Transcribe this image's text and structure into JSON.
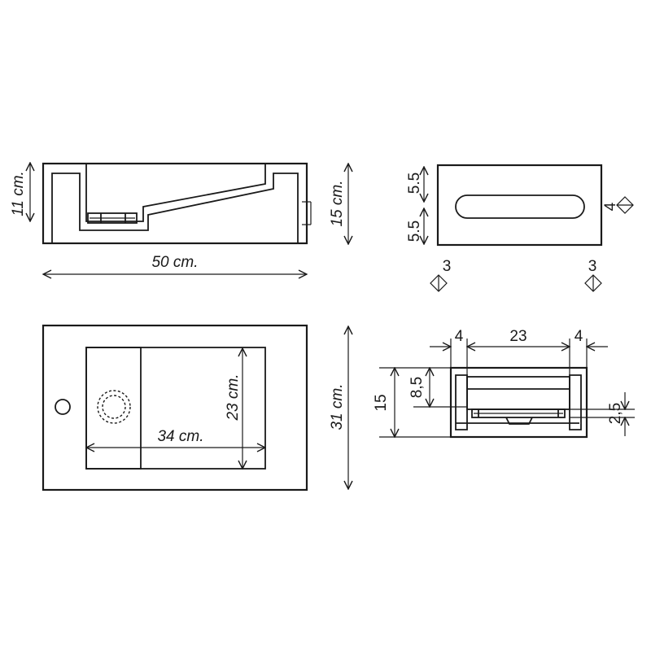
{
  "views": {
    "front_section": {
      "height_left": "11 cm.",
      "height_right": "15 cm.",
      "width": "50 cm."
    },
    "side_view": {
      "upper_gap": "5.5",
      "lower_gap": "5.5",
      "slot_height": "4",
      "left_inset": "3",
      "right_inset": "3"
    },
    "top_view": {
      "depth": "31 cm.",
      "basin_depth": "23 cm.",
      "basin_width": "34 cm."
    },
    "cross_section": {
      "left_wall": "4",
      "inner_width": "23",
      "right_wall": "4",
      "total_height": "15",
      "basin_height": "8,5",
      "floor": "2,5"
    }
  }
}
